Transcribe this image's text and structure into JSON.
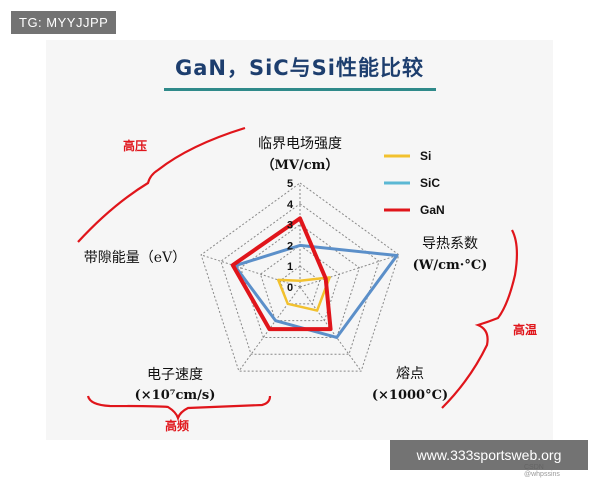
{
  "overlay": {
    "top_tag": "TG: MYYJJPP",
    "bottom_tag": "www.333sportsweb.org",
    "watermark": "CSDN @whpssins"
  },
  "slide": {
    "title": "GaN，SiC与Si性能比较"
  },
  "annotations": {
    "high_voltage": "高压",
    "high_temp": "高温",
    "high_freq": "高频"
  },
  "colors": {
    "Si": "#f2c12e",
    "SiC": "#5b8fc9",
    "GaN": "#e0151b",
    "grid": "#888888",
    "bracket": "#e0151b"
  },
  "chart_data": {
    "type": "radar",
    "axes": [
      {
        "label": "临界电场强度",
        "unit": "（MV/cm）"
      },
      {
        "label": "导热系数",
        "unit": "(W/cm·°C)"
      },
      {
        "label": "熔点",
        "unit": "(×1000°C)"
      },
      {
        "label": "电子速度",
        "unit": "(×10⁷cm/s)"
      },
      {
        "label": "带隙能量（eV）",
        "unit": ""
      }
    ],
    "ticks": [
      "0",
      "1",
      "2",
      "3",
      "4",
      "5"
    ],
    "rmax": 5,
    "series": [
      {
        "name": "Si",
        "values": [
          0.3,
          1.5,
          1.4,
          1.0,
          1.1
        ]
      },
      {
        "name": "SiC",
        "values": [
          2.0,
          4.9,
          3.0,
          2.0,
          3.3
        ]
      },
      {
        "name": "GaN",
        "values": [
          3.3,
          1.3,
          2.5,
          2.5,
          3.4
        ]
      }
    ],
    "legend": "top-right"
  }
}
